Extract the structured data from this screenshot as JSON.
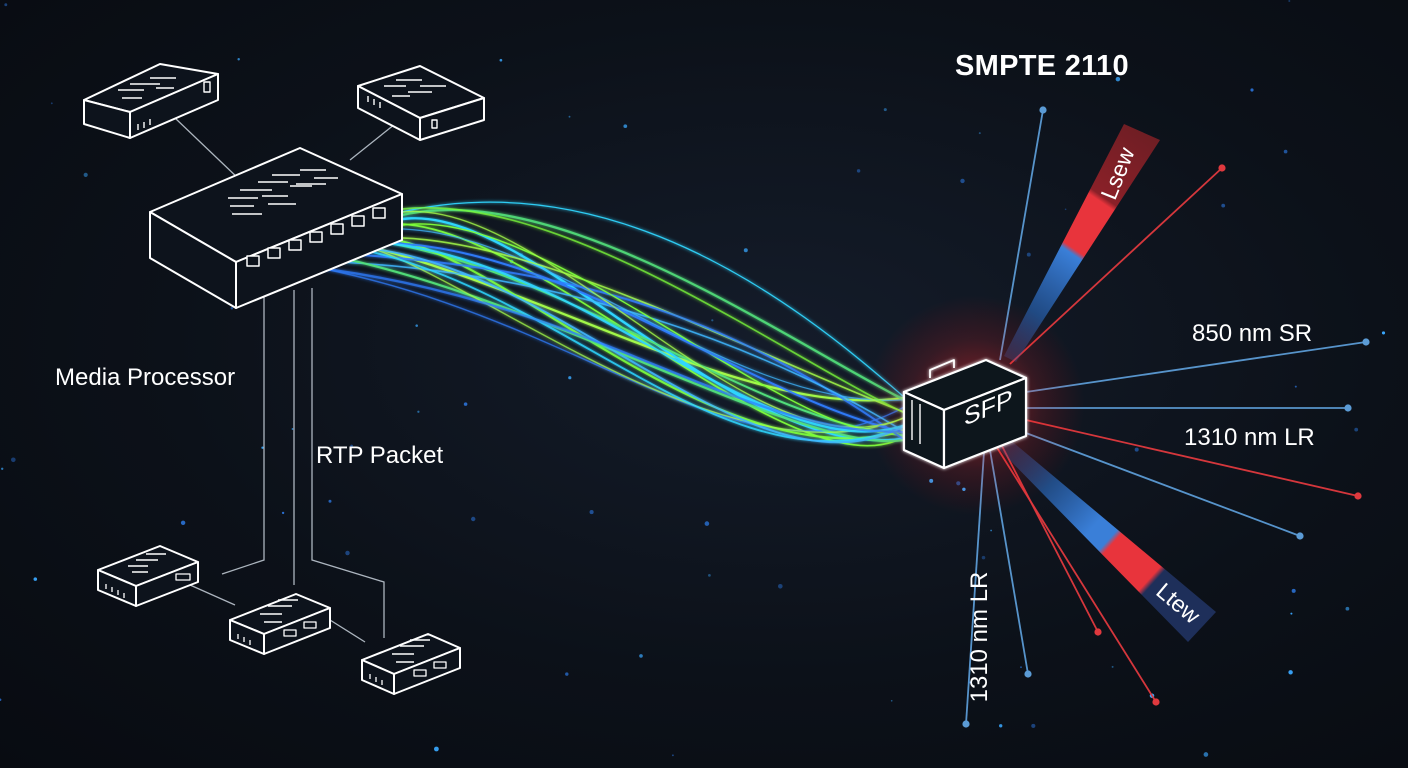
{
  "diagram": {
    "title": "SMPTE 2110",
    "labels": {
      "media_processor": "Media Processor",
      "rtp_packet": "RTP Packet",
      "sfp": "SFP",
      "sr_850": "850 nm SR",
      "lr_1310": "1310 nm LR",
      "lr_1310_vertical": "1310 nm LR",
      "band_top": "Lsew",
      "band_bottom": "Ltew"
    },
    "colors": {
      "background": "#0b1018",
      "line_white": "#ffffff",
      "fiber_green": "#7dff3a",
      "fiber_cyan": "#2fd6ff",
      "fiber_blue": "#2f7dff",
      "ray_blue": "#5b9bd5",
      "ray_red": "#e0393e",
      "band_red": "#e8343c",
      "band_blue": "#3a7fd8",
      "band_dark_red": "#6e1e24",
      "band_navy": "#1e2f5a",
      "sfp_glow": "#ff3030"
    },
    "icons": [
      "network-switch-icon",
      "server-box-icon",
      "sfp-module-icon",
      "endpoint-device-icon"
    ]
  }
}
